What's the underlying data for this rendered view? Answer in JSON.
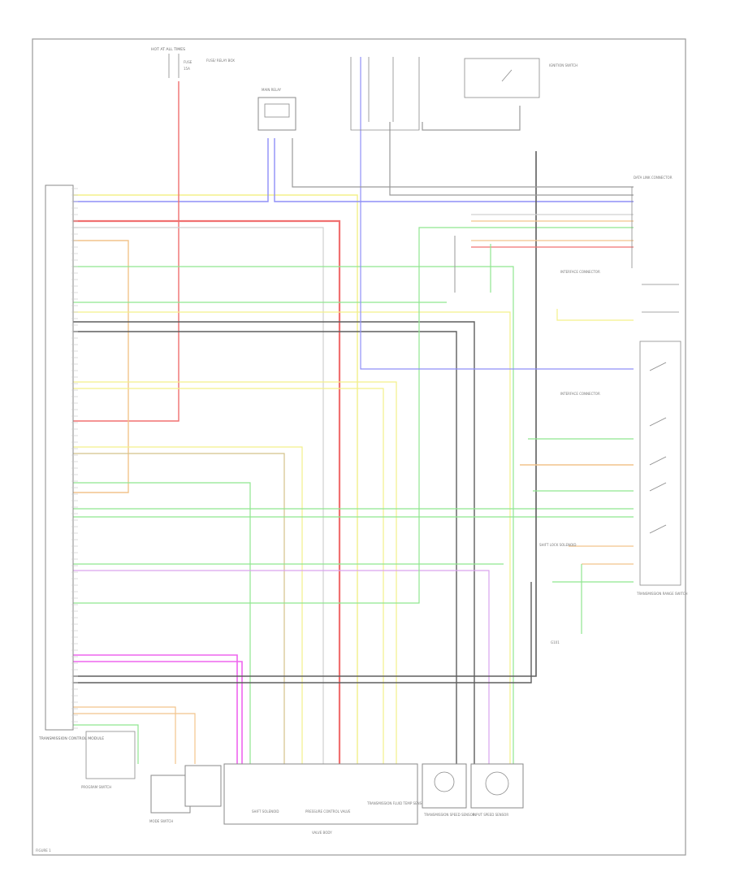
{
  "colors": {
    "yellow": "#f3f08a",
    "blue": "#8f8ff7",
    "red": "#f07070",
    "green": "#8fe68f",
    "gray": "#9a9a9a",
    "dark": "#5e5e5e",
    "orange": "#f2c48c",
    "tan": "#d4c28a",
    "purple": "#d9a3ee",
    "magenta": "#ee66ee",
    "lightgray": "#d0d0d0"
  },
  "labels": {
    "top_fuse_header": "HOT AT ALL TIMES",
    "fuse_a": "FUSE",
    "fuse_b": "15A",
    "relay_panel": "FUSE/ RELAY BOX",
    "main_relay": "MAIN RELAY",
    "ignition_switch": "IGNITION SWITCH",
    "data_link": "DATA LINK CONNECTOR",
    "interface_a": "INTERFACE CONNECTOR",
    "interface_b": "INTERFACE CONNECTOR",
    "tcm": "TRANSMISSION CONTROL MODULE",
    "range_switch": "TRANSMISSION RANGE SWITCH",
    "shift_lock": "SHIFT LOCK SOLENOID",
    "program_switch": "PROGRAM SWITCH",
    "mode_switch": "MODE SWITCH",
    "shift_solenoid": "SHIFT SOLENOID",
    "pressure_valve": "PRESSURE CONTROL VALVE",
    "temp_sensor": "TRANSMISSION FLUID TEMP SENSOR",
    "speed_sensor": "TRANSMISSION SPEED SENSOR",
    "input_speed": "INPUT SPEED SENSOR",
    "valve_body": "VALVE BODY",
    "ground": "G101",
    "footer": "FIGURE 1"
  }
}
